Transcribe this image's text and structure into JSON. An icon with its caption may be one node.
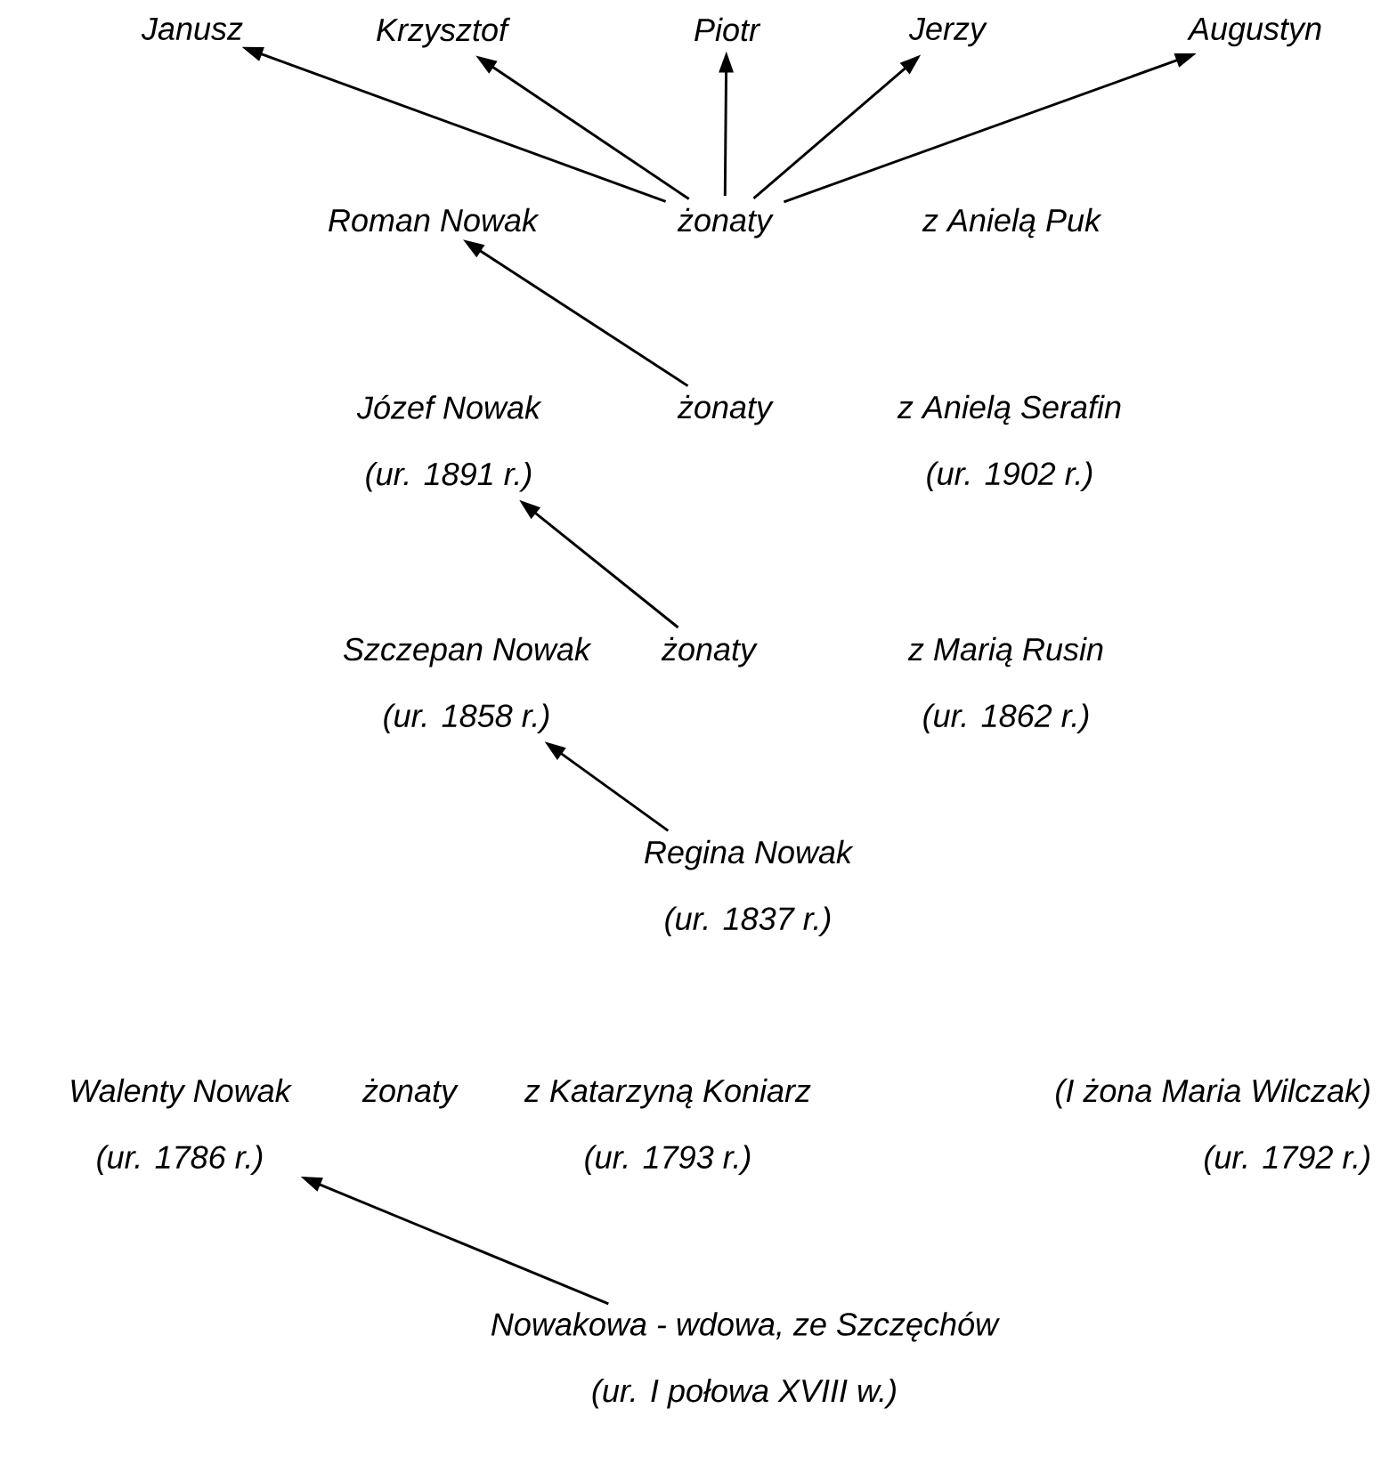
{
  "diagram": {
    "nodes": [
      {
        "text": [
          "Janusz"
        ]
      },
      {
        "text": [
          "Krzysztof"
        ]
      },
      {
        "text": [
          "Piotr"
        ]
      },
      {
        "text": [
          "Jerzy"
        ]
      },
      {
        "text": [
          "Augustyn"
        ]
      },
      {
        "text": [
          "Roman Nowak"
        ]
      },
      {
        "text": [
          "żonaty"
        ]
      },
      {
        "text": [
          "z Anielą Puk"
        ]
      },
      {
        "text": [
          "Józef Nowak",
          "(ur. 1891 r.)"
        ]
      },
      {
        "text": [
          "żonaty"
        ]
      },
      {
        "text": [
          "z Anielą Serafin",
          "(ur. 1902 r.)"
        ]
      },
      {
        "text": [
          "Szczepan Nowak",
          "(ur. 1858 r.)"
        ]
      },
      {
        "text": [
          "żonaty"
        ]
      },
      {
        "text": [
          "z Marią Rusin",
          "(ur. 1862 r.)"
        ]
      },
      {
        "text": [
          "Regina Nowak",
          "(ur. 1837 r.)"
        ]
      },
      {
        "text": [
          "Walenty Nowak",
          "(ur. 1786 r.)"
        ]
      },
      {
        "text": [
          "żonaty"
        ]
      },
      {
        "text": [
          "z Katarzyną Koniarz",
          "(ur. 1793 r.)"
        ]
      },
      {
        "text": [
          "(I żona Maria Wilczak)",
          "(ur. 1792 r.)"
        ]
      },
      {
        "text": [
          "Nowakowa - wdowa, ze Szczęchów",
          "(ur. I połowa XVIII w.)"
        ]
      }
    ],
    "edges": [
      {
        "from": 6,
        "to": 0,
        "arrow": "to"
      },
      {
        "from": 6,
        "to": 1,
        "arrow": "to"
      },
      {
        "from": 6,
        "to": 2,
        "arrow": "to"
      },
      {
        "from": 6,
        "to": 3,
        "arrow": "to"
      },
      {
        "from": 6,
        "to": 4,
        "arrow": "to"
      },
      {
        "from": 9,
        "to": 5,
        "arrow": "to"
      },
      {
        "from": 12,
        "to": 8,
        "arrow": "to"
      },
      {
        "from": 14,
        "to": 11,
        "arrow": "to"
      },
      {
        "from": 19,
        "to": 15,
        "arrow": "to"
      }
    ]
  }
}
